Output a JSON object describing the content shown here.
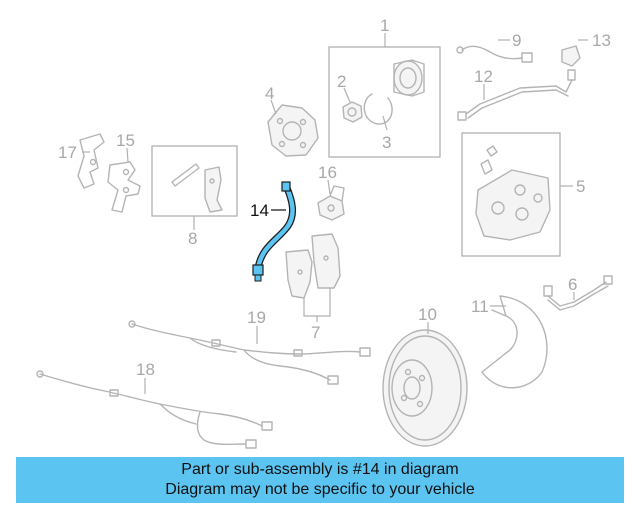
{
  "callouts": {
    "c1": "1",
    "c2": "2",
    "c3": "3",
    "c4": "4",
    "c5": "5",
    "c6": "6",
    "c7": "7",
    "c8": "8",
    "c9": "9",
    "c10": "10",
    "c11": "11",
    "c12": "12",
    "c13": "13",
    "c14": "14",
    "c15": "15",
    "c16": "16",
    "c17": "17",
    "c18": "18",
    "c19": "19"
  },
  "highlight": {
    "part_number": "14",
    "color": "#5bc4f1"
  },
  "banner": {
    "line1": "Part or sub-assembly is #14 in diagram",
    "line2": "Diagram may not be specific to your vehicle",
    "background": "#5bc4f1"
  }
}
